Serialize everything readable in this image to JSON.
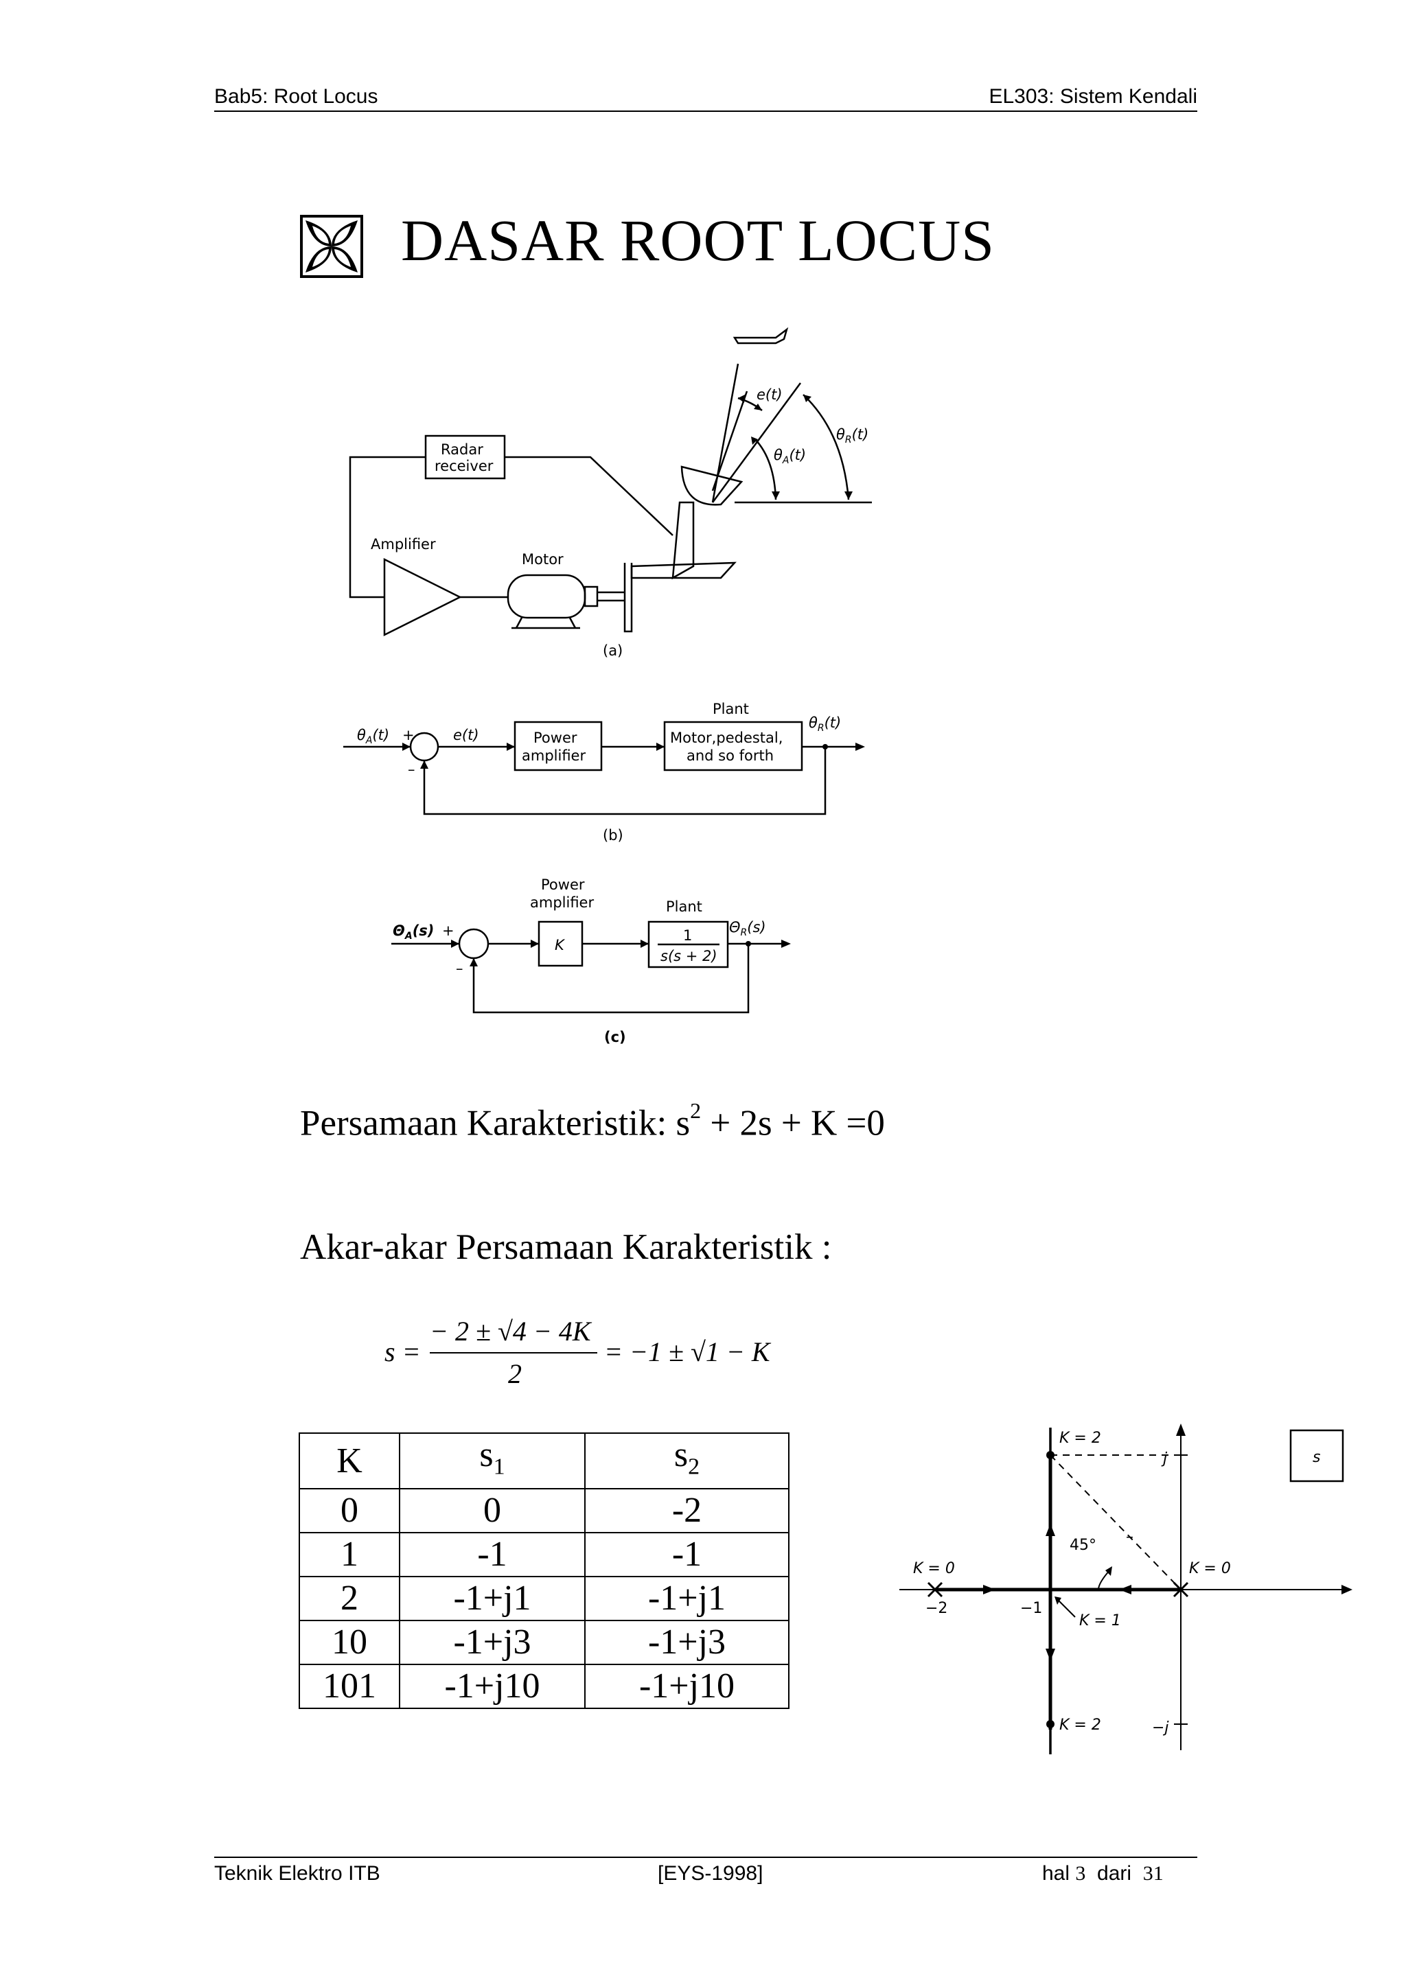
{
  "header": {
    "left": "Bab5: Root Locus",
    "right": "EL303: Sistem Kendali"
  },
  "title": {
    "icon": "floral-cross-icon",
    "text": "DASAR ROOT LOCUS"
  },
  "figure_a": {
    "radar_receiver_line1": "Radar",
    "radar_receiver_line2": "receiver",
    "amplifier": "Amplifier",
    "motor": "Motor",
    "error_angle": "e(t)",
    "theta_a": "θ",
    "theta_a_sub": "A",
    "theta_a_arg": "(t)",
    "theta_r": "θ",
    "theta_r_sub": "R",
    "theta_r_arg": "(t)",
    "caption": "(a)"
  },
  "figure_b": {
    "input": "θ",
    "input_sub": "A",
    "input_arg": "(t)",
    "plus": "+",
    "minus": "–",
    "error": "e(t)",
    "power_amp_line1": "Power",
    "power_amp_line2": "amplifier",
    "plant_label": "Plant",
    "plant_line1": "Motor,pedestal,",
    "plant_line2": "and so forth",
    "output": "θ",
    "output_sub": "R",
    "output_arg": "(t)",
    "caption": "(b)"
  },
  "figure_c": {
    "input": "Θ",
    "input_sub": "A",
    "input_arg": "(s)",
    "plus": "+",
    "minus": "–",
    "power_amp_line1": "Power",
    "power_amp_line2": "amplifier",
    "gain": "K",
    "plant_label": "Plant",
    "tf_num": "1",
    "tf_den": "s(s + 2)",
    "output": "Θ",
    "output_sub": "R",
    "output_arg": "(s)",
    "caption": "(c)"
  },
  "characteristic_eq": {
    "prefix": "Persamaan Karakteristik: s",
    "exponent": "2",
    "suffix": " + 2s + K =0"
  },
  "roots_label": "Akar-akar Persamaan Karakteristik :",
  "formula": {
    "lhs": "s =",
    "numerator": "− 2 ± √4 − 4K",
    "denominator": "2",
    "rhs": "= −1 ± √1 − K"
  },
  "roots_table": {
    "headers": [
      "K",
      "s",
      "s"
    ],
    "header_subs": [
      "",
      "1",
      "2"
    ],
    "rows": [
      [
        "0",
        "0",
        "-2"
      ],
      [
        "1",
        "-1",
        "-1"
      ],
      [
        "2",
        "-1+j1",
        "-1+j1"
      ],
      [
        "10",
        "-1+j3",
        "-1+j3"
      ],
      [
        "101",
        "-1+j10",
        "-1+j10"
      ]
    ]
  },
  "locus_plot": {
    "s_box": "s",
    "k2_top": "K = 2",
    "k2_bottom": "K = 2",
    "k0_left": "K = 0",
    "k0_right": "K = 0",
    "k1": "K = 1",
    "angle": "45°",
    "j": "j",
    "neg_j": "−j",
    "tick_neg2": "−2",
    "tick_neg1": "−1",
    "minus_mark": "–"
  },
  "footer": {
    "left": "Teknik Elektro ITB",
    "middle": "[EYS-1998]",
    "right_hal": "hal ",
    "page": "3",
    "right_dari": "  dari  ",
    "total": "31"
  }
}
